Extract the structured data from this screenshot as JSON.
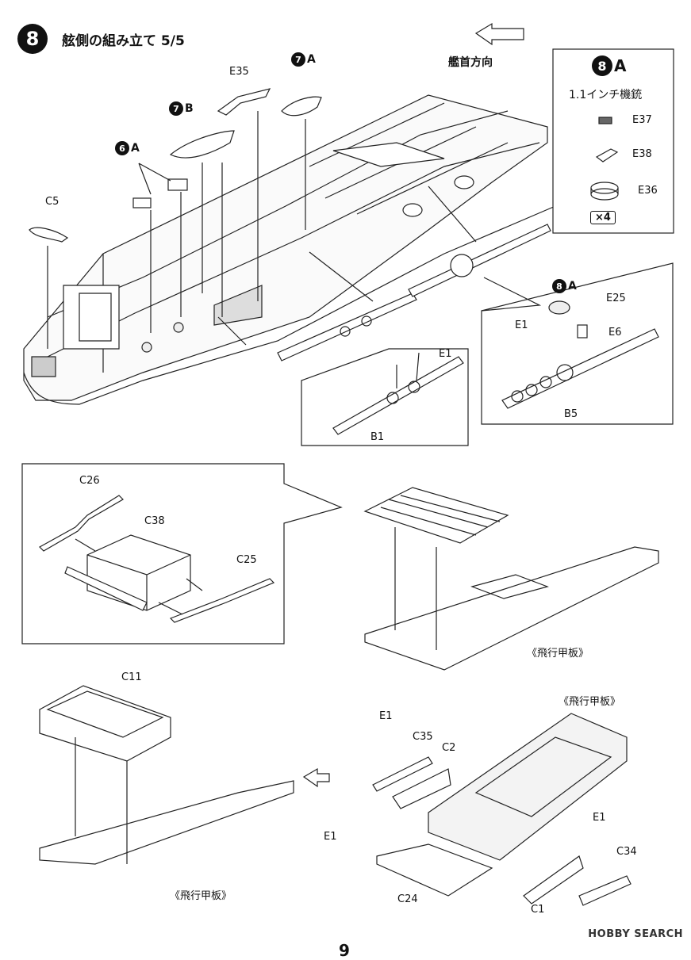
{
  "header": {
    "step_number": "8",
    "title": "舷側の組み立て 5/5",
    "bow_direction": "艦首方向"
  },
  "callouts": {
    "sub_7a": {
      "num": "7",
      "letter": "A"
    },
    "sub_7b": {
      "num": "7",
      "letter": "B"
    },
    "sub_6a": {
      "num": "6",
      "letter": "A"
    },
    "sub_8a_small": {
      "num": "8",
      "letter": "A"
    }
  },
  "sub_assembly_8a": {
    "num": "8",
    "letter": "A",
    "name": "1.1インチ機銃",
    "parts": [
      "E37",
      "E38",
      "E36"
    ],
    "quantity": "×4"
  },
  "part_labels": {
    "e35": "E35",
    "c5": "C5",
    "e1_b1": "E1",
    "b1": "B1",
    "e25": "E25",
    "e6": "E6",
    "e1_b5": "E1",
    "b5": "B5",
    "c26": "C26",
    "c38": "C38",
    "c25": "C25",
    "flight_deck_1": "《飛行甲板》",
    "c11": "C11",
    "flight_deck_2": "《飛行甲板》",
    "flight_deck_3": "《飛行甲板》",
    "e1_top": "E1",
    "c35": "C35",
    "c2": "C2",
    "e1_left": "E1",
    "c24": "C24",
    "e1_right": "E1",
    "c34": "C34",
    "c1": "C1"
  },
  "page_number": "9",
  "watermark": "HOBBY SEARCH"
}
